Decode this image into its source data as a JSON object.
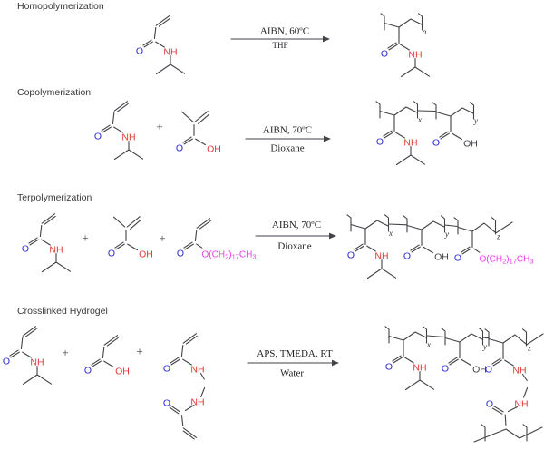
{
  "figure": {
    "type": "polymerization-reaction-scheme",
    "background": "#ffffff"
  },
  "colors": {
    "bond": "#424248",
    "oxygen": "#2a2ad2",
    "nh": "#e03b33",
    "ester": "#ee3cee",
    "text": "#3a3a3a",
    "cond": "#242424"
  },
  "sections": [
    {
      "id": "homopolymerization",
      "title": "Homopolymerization",
      "conditions": {
        "above": "AIBN, 60ºC",
        "below": "THF"
      }
    },
    {
      "id": "copolymerization",
      "title": "Copolymerization",
      "conditions": {
        "above": "AIBN, 70ºC",
        "below": "Dioxane"
      }
    },
    {
      "id": "terpolymerization",
      "title": "Terpolymerization",
      "conditions": {
        "above": "AIBN, 70ºC",
        "below": "Dioxane"
      }
    },
    {
      "id": "crosslinked-hydrogel",
      "title": "Crosslinked Hydrogel",
      "conditions": {
        "above": "APS, TMEDA. RT",
        "below": "Water"
      }
    }
  ],
  "labels": {
    "oxygen": "O",
    "nh": "NH",
    "oh": "OH",
    "plus": "+"
  },
  "subscripts": {
    "n": "n",
    "x": "x",
    "y": "y",
    "z": "z"
  },
  "ester_label": {
    "pre": "O(CH",
    "sub1": "2",
    "mid": ")",
    "sub2": "17",
    "end": "CH",
    "sub3": "3"
  }
}
